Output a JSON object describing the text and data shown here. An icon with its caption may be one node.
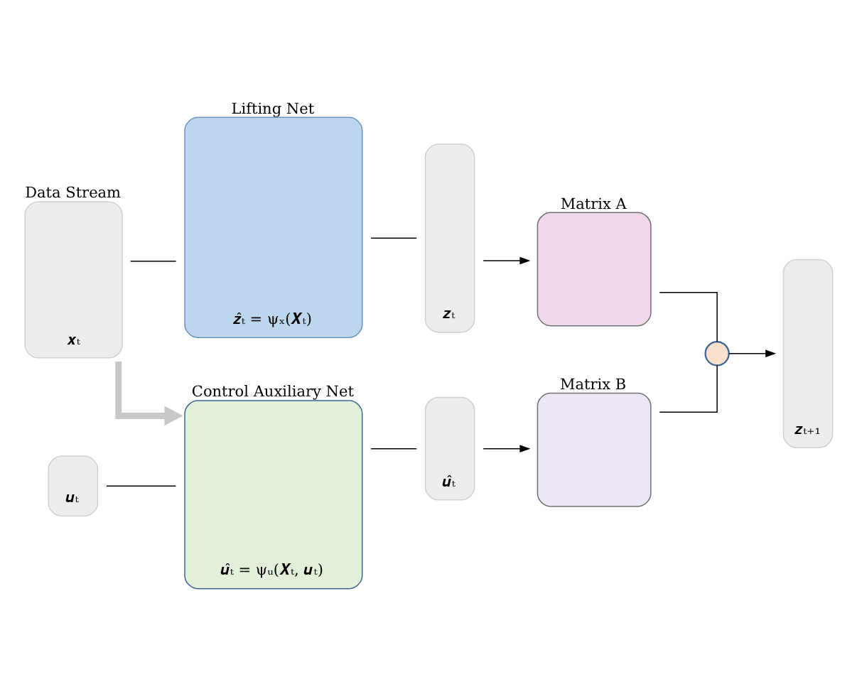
{
  "diagram": {
    "nodes": [
      {
        "text": [
          "Data Stream",
          "𝒙ₜ"
        ]
      },
      {
        "text": [
          "Lifting Net",
          "𝒛̂ₜ = ψₓ(𝑿ₜ)"
        ]
      },
      {
        "text": [
          "𝒛ₜ"
        ]
      },
      {
        "text": [
          "Matrix A"
        ]
      },
      {
        "text": [],
        "shape": "circle"
      },
      {
        "text": [
          "𝒛ₜ₊₁"
        ]
      },
      {
        "text": [
          "Control Auxiliary Net",
          "𝒖̂ₜ = ψᵤ(𝑿ₜ, 𝒖ₜ)"
        ]
      },
      {
        "text": [
          "𝒖ₜ"
        ]
      },
      {
        "text": [
          "𝒖̂ₜ"
        ]
      },
      {
        "text": [
          "Matrix B"
        ]
      }
    ],
    "edges": [
      {
        "from": 0,
        "to": 1,
        "arrow": "none"
      },
      {
        "from": 1,
        "to": 2,
        "arrow": "none"
      },
      {
        "from": 2,
        "to": 3,
        "arrow": "to"
      },
      {
        "from": 3,
        "to": 4,
        "arrow": "none"
      },
      {
        "from": 0,
        "to": 6,
        "arrow": "to",
        "style": "thick",
        "color": "#c8c8c8"
      },
      {
        "from": 7,
        "to": 6,
        "arrow": "none"
      },
      {
        "from": 6,
        "to": 8,
        "arrow": "none"
      },
      {
        "from": 8,
        "to": 9,
        "arrow": "to"
      },
      {
        "from": 9,
        "to": 4,
        "arrow": "none"
      },
      {
        "from": 4,
        "to": 5,
        "arrow": "to"
      }
    ]
  }
}
